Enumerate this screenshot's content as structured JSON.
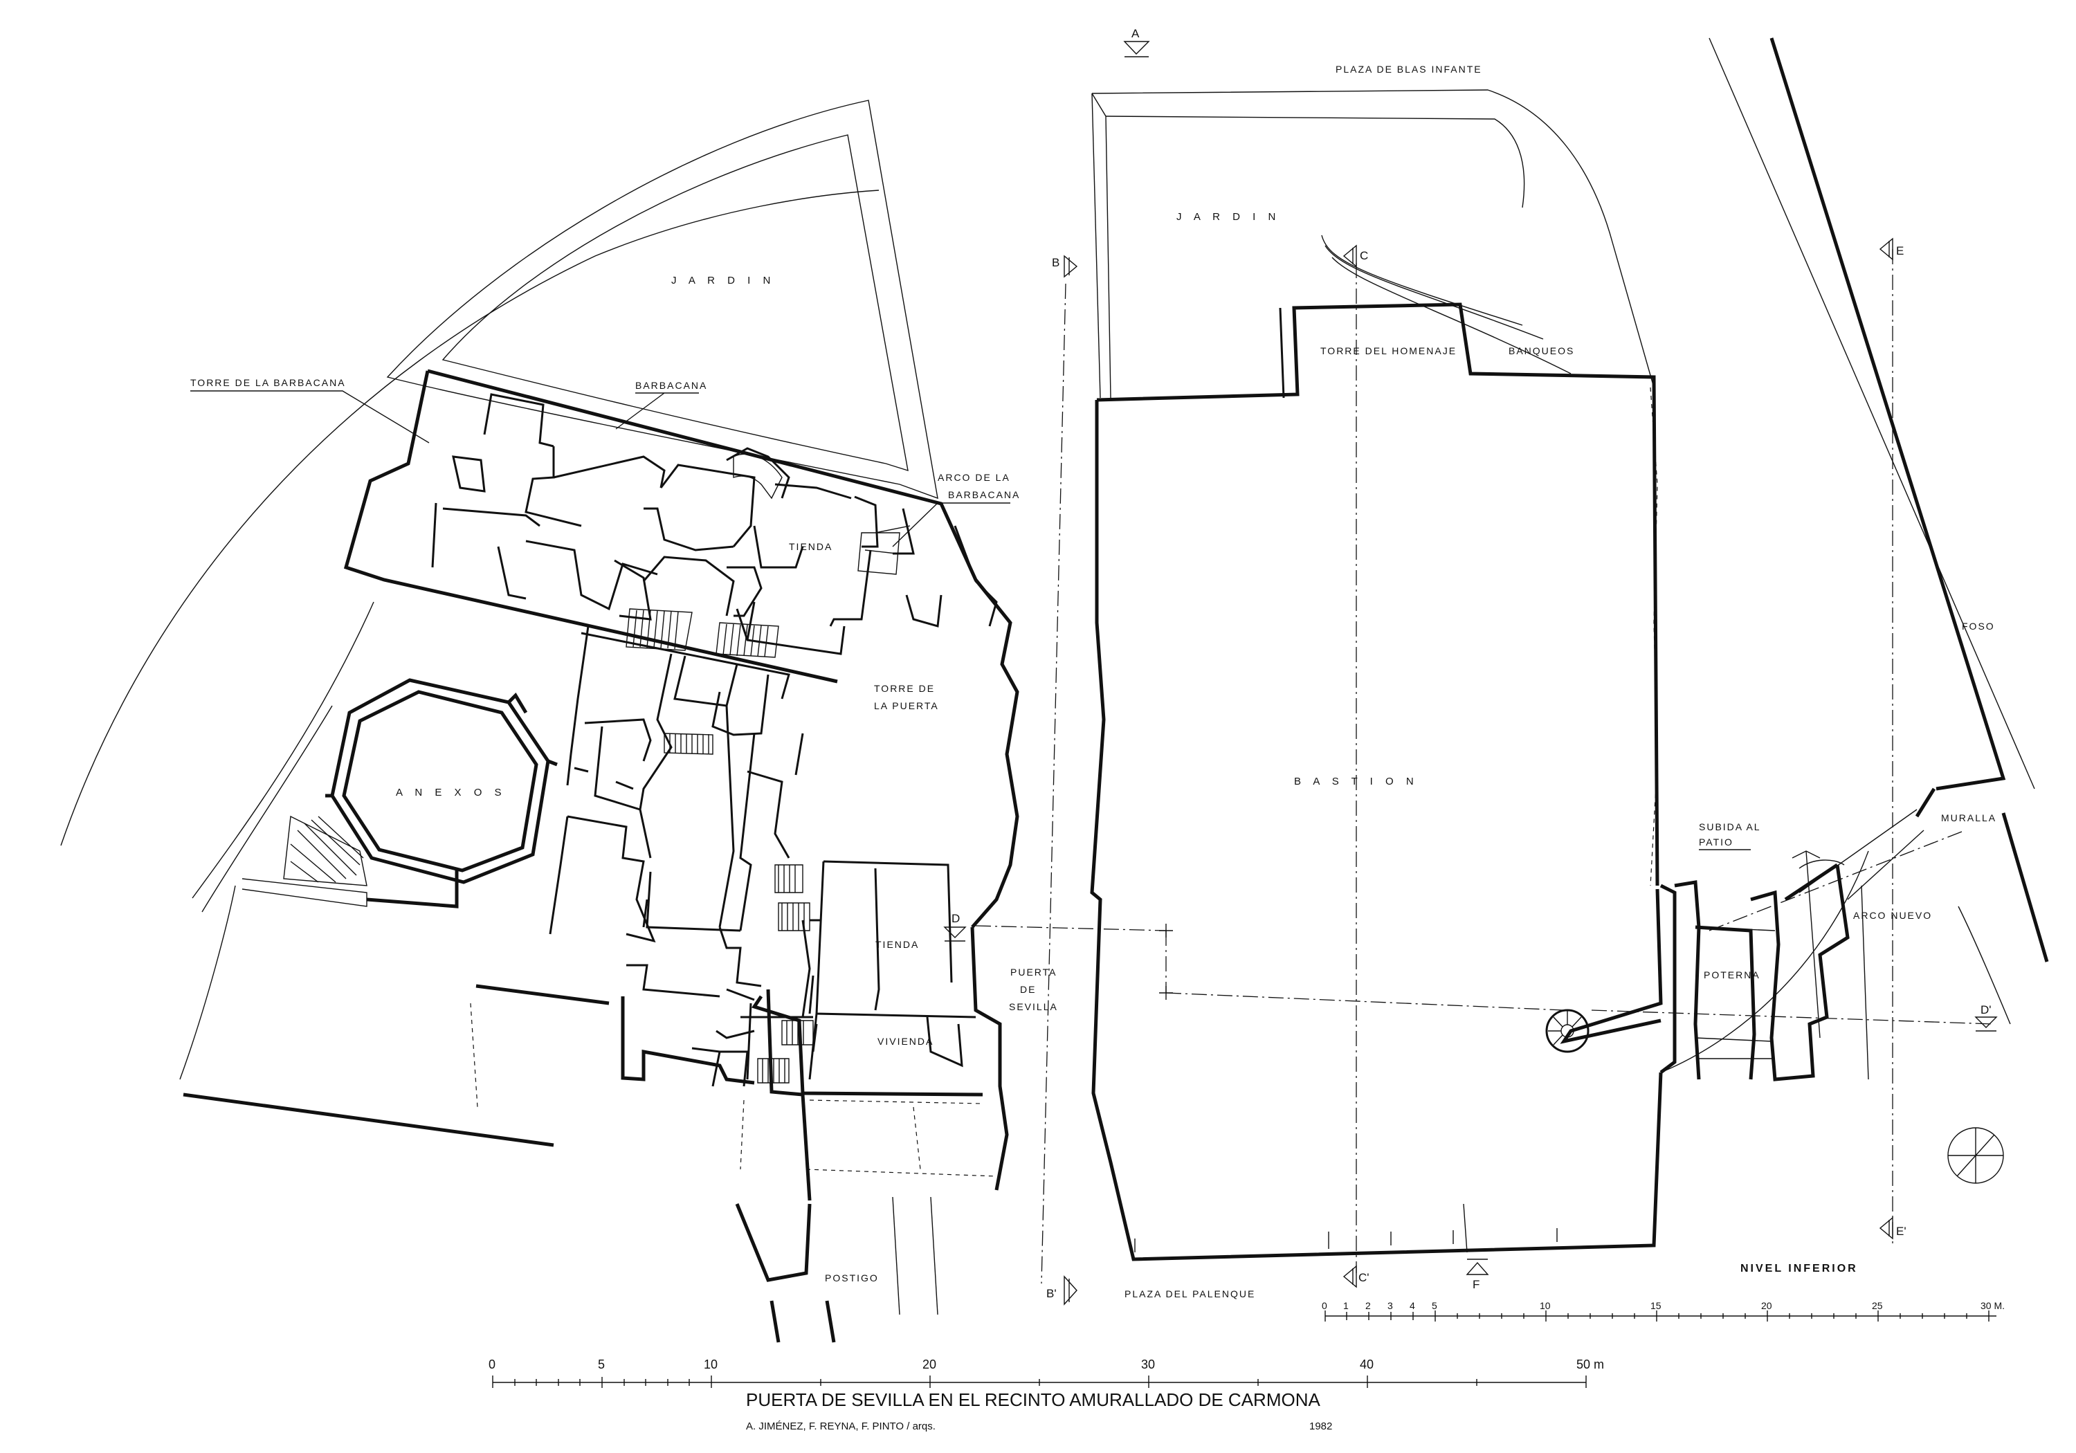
{
  "plan": {
    "rooms": [
      {
        "id": "jardin-west",
        "text": "J A R D I N"
      },
      {
        "id": "torre-barbacana",
        "text": "TORRE DE LA BARBACANA"
      },
      {
        "id": "barbacana",
        "text": "BARBACANA"
      },
      {
        "id": "arco-barbacana-1",
        "text": "ARCO DE LA"
      },
      {
        "id": "arco-barbacana-2",
        "text": "BARBACANA"
      },
      {
        "id": "tienda-upper",
        "text": "TIENDA"
      },
      {
        "id": "torre-puerta-1",
        "text": "TORRE DE"
      },
      {
        "id": "torre-puerta-2",
        "text": "LA PUERTA"
      },
      {
        "id": "anexos",
        "text": "A N E X O S"
      },
      {
        "id": "tienda-lower",
        "text": "TIENDA"
      },
      {
        "id": "vivienda",
        "text": "VIVIENDA"
      },
      {
        "id": "puerta-sevilla-1",
        "text": "PUERTA"
      },
      {
        "id": "puerta-sevilla-2",
        "text": "DE"
      },
      {
        "id": "puerta-sevilla-3",
        "text": "SEVILLA"
      },
      {
        "id": "postigo",
        "text": "POSTIGO"
      },
      {
        "id": "plaza-palenque",
        "text": "PLAZA  DEL  PALENQUE"
      },
      {
        "id": "plaza-blas-infante",
        "text": "PLAZA  DE  BLAS  INFANTE"
      },
      {
        "id": "jardin-east",
        "text": "J A R D I N"
      },
      {
        "id": "torre-homenaje",
        "text": "TORRE DEL HOMENAJE"
      },
      {
        "id": "banqueos",
        "text": "BANQUEOS"
      },
      {
        "id": "bastion",
        "text": "B A S T I O N"
      },
      {
        "id": "subida-patio-1",
        "text": "SUBIDA AL"
      },
      {
        "id": "subida-patio-2",
        "text": "PATIO"
      },
      {
        "id": "poterna",
        "text": "POTERNA"
      },
      {
        "id": "arco-nuevo",
        "text": "ARCO  NUEVO"
      },
      {
        "id": "muralla",
        "text": "MURALLA"
      },
      {
        "id": "foso",
        "text": "FOSO"
      }
    ],
    "section_markers": [
      "A",
      "B",
      "B'",
      "C",
      "C'",
      "D",
      "D'",
      "E",
      "E'",
      "F"
    ],
    "level_label": "NIVEL  INFERIOR"
  },
  "scale_bars": {
    "main": {
      "ticks": [
        "0",
        "5",
        "10",
        "20",
        "30",
        "40"
      ],
      "end_label": "50 m"
    },
    "secondary": {
      "ticks": [
        "0",
        "1",
        "2",
        "3",
        "4",
        "5",
        "10",
        "15",
        "20",
        "25"
      ],
      "end_label": "30  M."
    }
  },
  "title_block": {
    "title": "PUERTA DE SEVILLA EN EL RECINTO AMURALLADO DE CARMONA",
    "authors": "A. JIMÉNEZ, F. REYNA, F. PINTO / arqs.",
    "year": "1982"
  }
}
